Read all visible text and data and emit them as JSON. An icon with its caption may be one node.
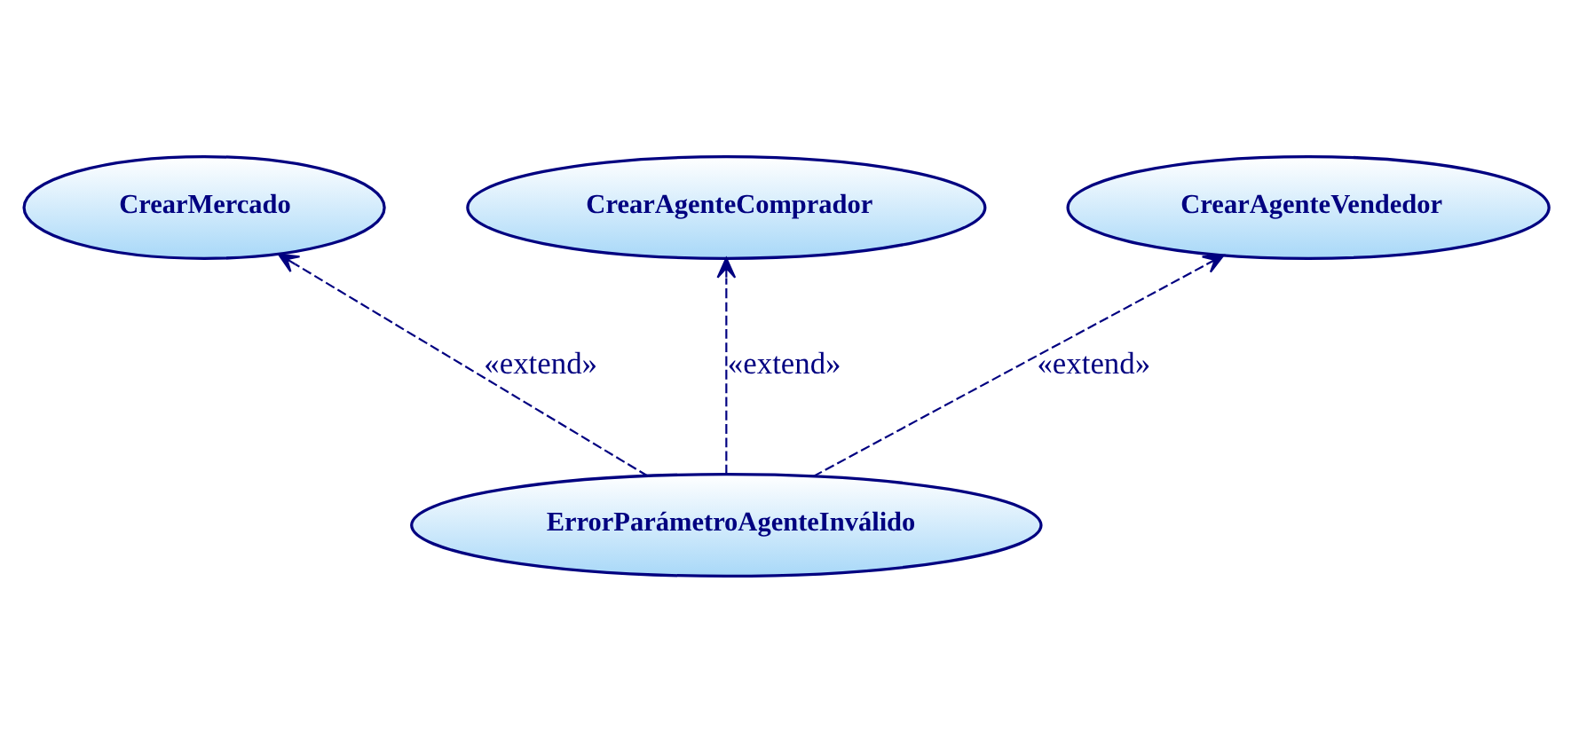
{
  "diagram": {
    "nodes": [
      {
        "text": [
          "CrearMercado"
        ]
      },
      {
        "text": [
          "CrearAgenteComprador"
        ]
      },
      {
        "text": [
          "CrearAgenteVendedor"
        ]
      },
      {
        "text": [
          "ErrorParámetroAgenteInválido"
        ]
      }
    ],
    "edges": [
      {
        "from": 3,
        "to": 0,
        "arrow": "to",
        "style": "dashed",
        "label": "«extend»"
      },
      {
        "from": 3,
        "to": 1,
        "arrow": "to",
        "style": "dashed",
        "label": "«extend»"
      },
      {
        "from": 3,
        "to": 2,
        "arrow": "to",
        "style": "dashed",
        "label": "«extend»"
      }
    ]
  }
}
